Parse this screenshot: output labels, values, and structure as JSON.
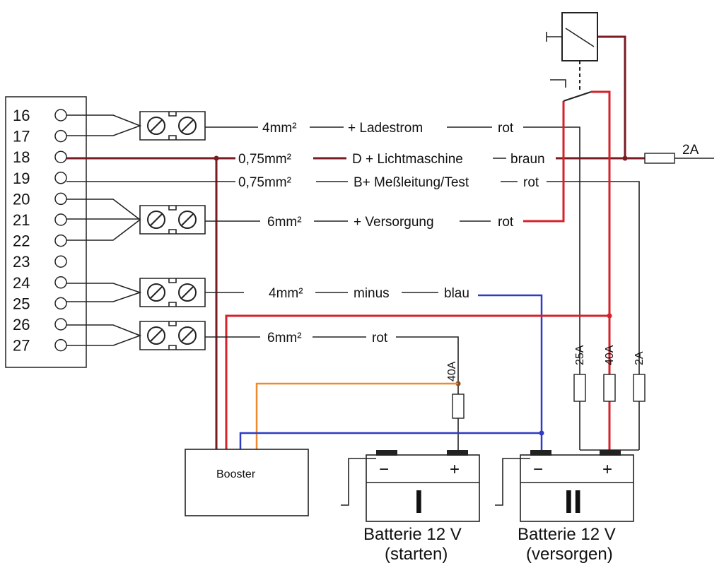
{
  "terminal_block": {
    "terminals": [
      "16",
      "17",
      "18",
      "19",
      "20",
      "21",
      "22",
      "23",
      "24",
      "25",
      "26",
      "27"
    ]
  },
  "wires": {
    "w1": {
      "cross_section": "4mm²",
      "function": "+ Ladestrom",
      "color_label": "rot"
    },
    "w2": {
      "cross_section": "0,75mm²",
      "function": "D + Lichtmaschine",
      "color_label": "braun"
    },
    "w3": {
      "cross_section": "0,75mm²",
      "function": "B+ Meßleitung/Test",
      "color_label": "rot"
    },
    "w4": {
      "cross_section": "6mm²",
      "function": "+ Versorgung",
      "color_label": "rot"
    },
    "w5": {
      "cross_section": "4mm²",
      "function": "minus",
      "color_label": "blau"
    },
    "w6": {
      "cross_section": "6mm²",
      "color_label": "rot"
    }
  },
  "fuses": {
    "top_right": "2A",
    "battery1": "40A",
    "f25": "25A",
    "f40": "40A",
    "f2": "2A"
  },
  "booster": {
    "label": "Booster"
  },
  "battery1": {
    "roman": "I",
    "minus": "−",
    "plus": "+",
    "title": "Batterie 12 V",
    "subtitle": "(starten)"
  },
  "battery2": {
    "roman": "II",
    "minus": "−",
    "plus": "+",
    "title": "Batterie 12 V",
    "subtitle": "(versorgen)"
  },
  "colors": {
    "red": "#d6202a",
    "brown": "#7a1a22",
    "blue": "#2f3bc4",
    "orange": "#ee8a2c",
    "black": "#222222"
  }
}
